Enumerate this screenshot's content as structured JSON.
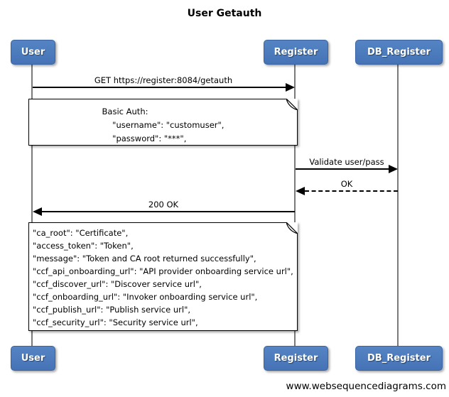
{
  "title": "User Getauth",
  "watermark": "www.websequencediagrams.com",
  "actors": [
    {
      "id": "user",
      "label": "User"
    },
    {
      "id": "register",
      "label": "Register"
    },
    {
      "id": "db_register",
      "label": "DB_Register"
    }
  ],
  "messages": [
    {
      "label": "GET https://register:8084/getauth",
      "from": "User",
      "to": "Register",
      "line": "solid"
    },
    {
      "label": "Validate user/pass",
      "from": "Register",
      "to": "DB_Register",
      "line": "solid"
    },
    {
      "label": "OK",
      "from": "DB_Register",
      "to": "Register",
      "line": "dashed"
    },
    {
      "label": "200 OK",
      "from": "Register",
      "to": "User",
      "line": "solid"
    }
  ],
  "notes": [
    {
      "lines": [
        "Basic Auth:",
        "    \"username\": \"customuser\",",
        "    \"password\": \"***\","
      ]
    },
    {
      "lines": [
        "\"ca_root\": \"Certificate\",",
        "\"access_token\": \"Token\",",
        "\"message\": \"Token and CA root returned successfully\",",
        "\"ccf_api_onboarding_url\": \"API provider onboarding service url\",",
        "\"ccf_discover_url\": \"Discover service url\",",
        "\"ccf_onboarding_url\": \"Invoker onboarding service url\",",
        "\"ccf_publish_url\": \"Publish service url\",",
        "\"ccf_security_url\": \"Security service url\","
      ]
    }
  ],
  "colors": {
    "actor_fill": "#4b7cbd",
    "actor_border": "#3a62a0",
    "actor_text": "#ffffff",
    "lifeline": "#7a7a7a",
    "arrow": "#000000",
    "note_bg": "#ffffff",
    "note_border": "#000000",
    "background": "#ffffff"
  }
}
